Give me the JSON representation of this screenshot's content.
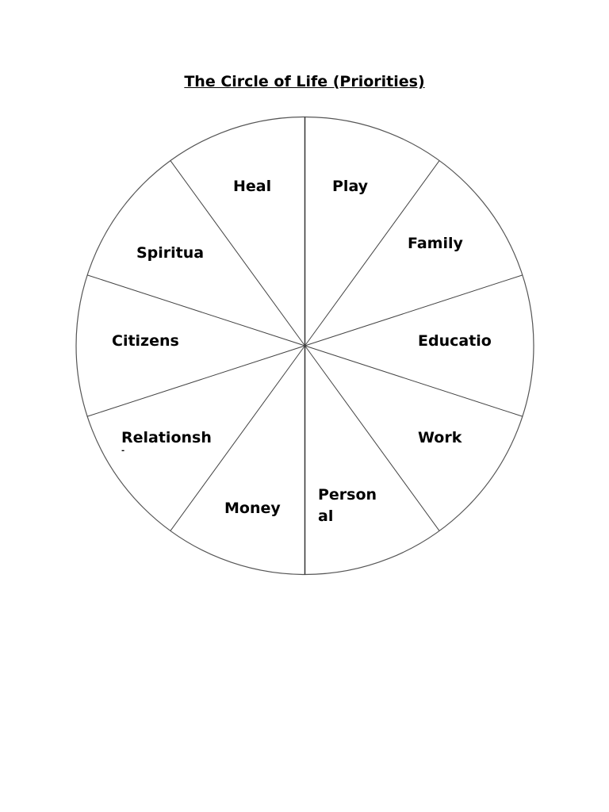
{
  "title": "The Circle of Life (Priorities)",
  "segments": [
    {
      "lines": [
        "Heal"
      ]
    },
    {
      "lines": [
        "Play"
      ]
    },
    {
      "lines": [
        "Family"
      ]
    },
    {
      "lines": [
        "Educatio"
      ]
    },
    {
      "lines": [
        "Work"
      ]
    },
    {
      "lines": [
        "Person",
        "al"
      ]
    },
    {
      "lines": [
        "Money"
      ]
    },
    {
      "lines": [
        "Relationsh",
        "-"
      ]
    },
    {
      "lines": [
        "Citizens"
      ]
    },
    {
      "lines": [
        "Spiritua"
      ]
    }
  ]
}
